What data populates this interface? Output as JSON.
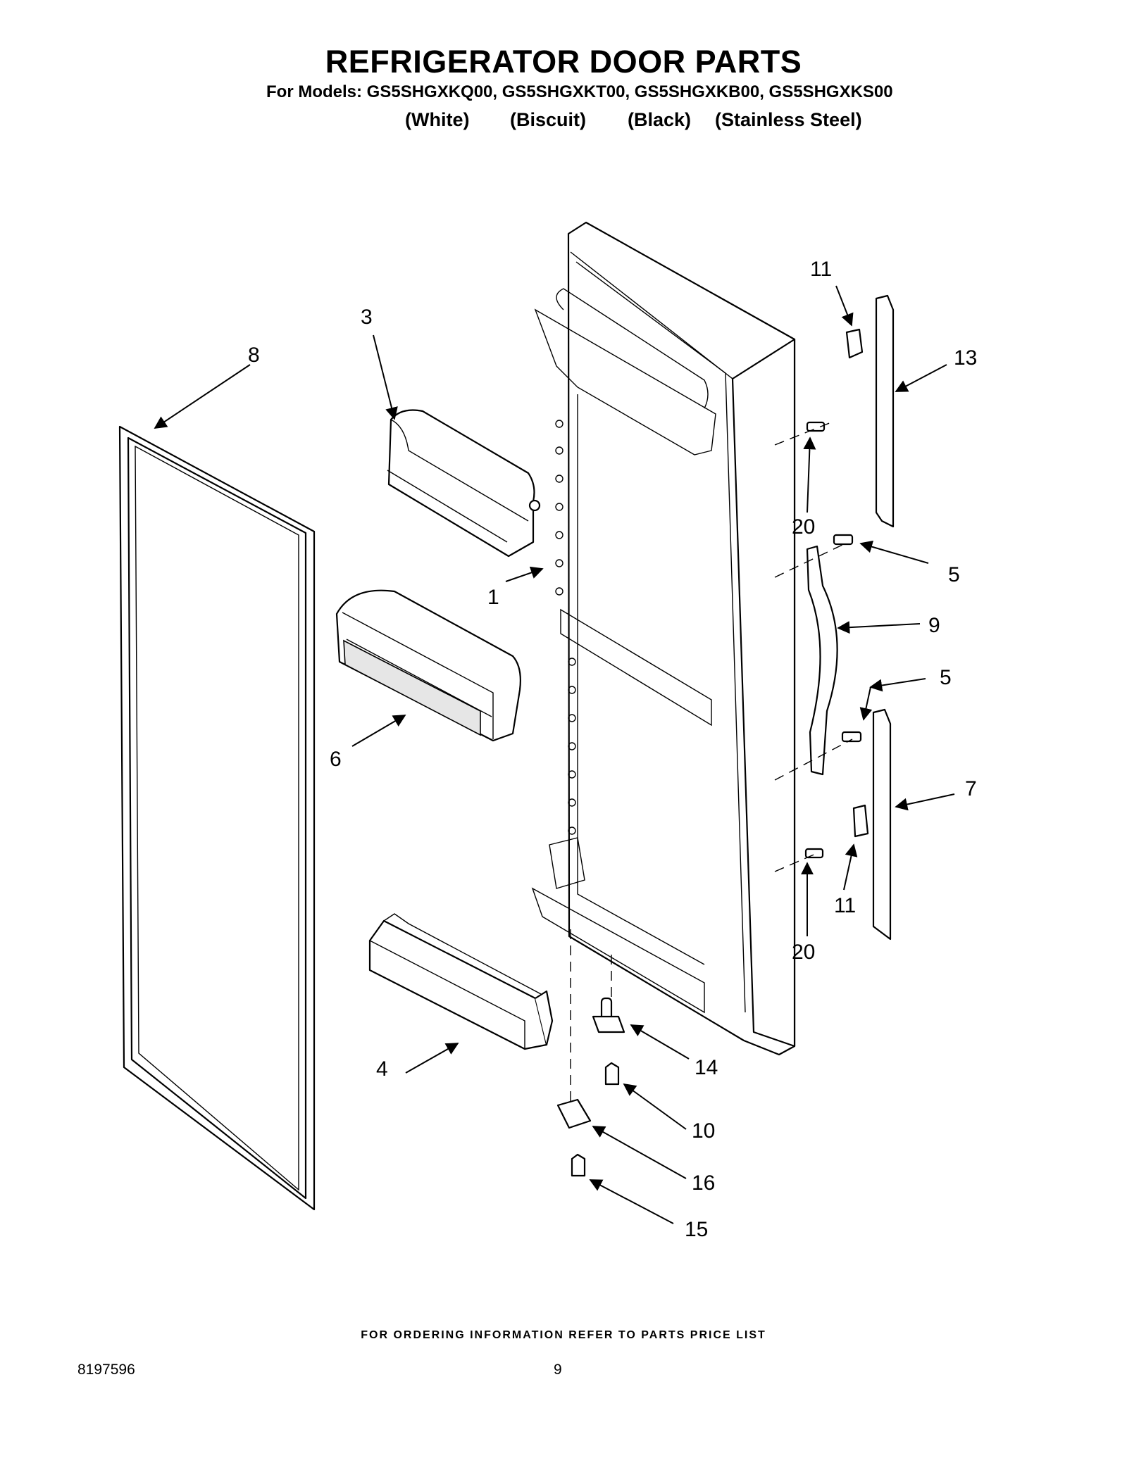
{
  "header": {
    "title": "REFRIGERATOR DOOR PARTS",
    "models_line": "For Models: GS5SHGXKQ00, GS5SHGXKT00, GS5SHGXKB00, GS5SHGXKS00",
    "colors": [
      "(White)",
      "(Biscuit)",
      "(Black)",
      "(Stainless Steel)"
    ]
  },
  "callouts": {
    "c1": "1",
    "c3": "3",
    "c4": "4",
    "c5a": "5",
    "c5b": "5",
    "c6": "6",
    "c7": "7",
    "c8": "8",
    "c9": "9",
    "c10": "10",
    "c11a": "11",
    "c11b": "11",
    "c13": "13",
    "c14": "14",
    "c15": "15",
    "c16": "16",
    "c20a": "20",
    "c20b": "20"
  },
  "footer": {
    "ordering_note": "FOR ORDERING INFORMATION REFER TO PARTS PRICE LIST",
    "doc_number": "8197596",
    "page_number": "9"
  }
}
